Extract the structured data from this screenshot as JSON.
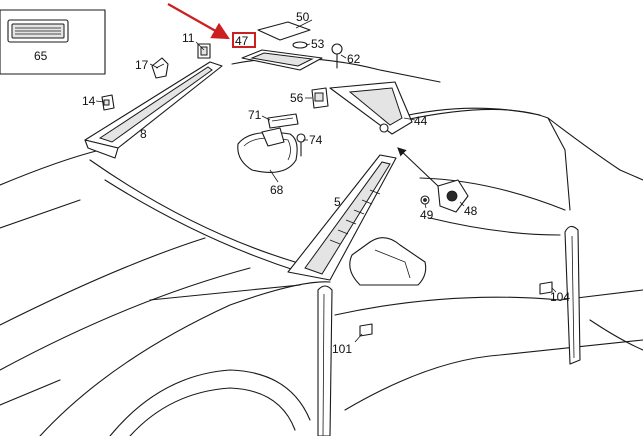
{
  "labels": {
    "inset": "65",
    "visor_plate": "50",
    "pointer_part": "47",
    "screw_small": "53",
    "pillar_clip": "11",
    "screw": "62",
    "clip_left": "17",
    "bracket": "14",
    "pillar_trim_left": "8",
    "clip_mount": "56",
    "sun_visor": "44",
    "mirror_cover": "71",
    "screw_mirror": "74",
    "mirror": "68",
    "pillar_trim": "5",
    "visor_hook": "48",
    "washer": "49",
    "seal_right": "104",
    "seal_left": "101"
  },
  "colors": {
    "line": "#1a1a1a",
    "highlight": "#cc1f1f"
  }
}
